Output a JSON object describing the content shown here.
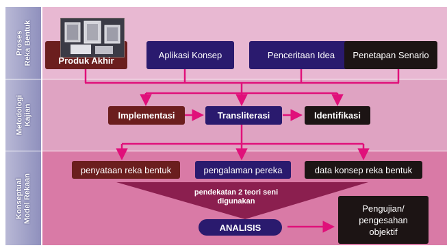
{
  "sections": [
    {
      "label": "Proses\nReka Bentuk"
    },
    {
      "label": "Metodologi\nKajian"
    },
    {
      "label": "Konseptual\nModel Rekaan"
    }
  ],
  "row1": {
    "produk_akhir": "Produk Akhir",
    "aplikasi_konsep": "Aplikasi Konsep",
    "penceritaan_idea": "Penceritaan Idea",
    "penetapan_senario": "Penetapan Senario"
  },
  "row2": {
    "implementasi": "Implementasi",
    "transliterasi": "Transliterasi",
    "identifikasi": "Identifikasi"
  },
  "row3": {
    "penyataan": "penyataan reka bentuk",
    "pengalaman": "pengalaman pereka",
    "data_konsep": "data konsep reka bentuk"
  },
  "funnel_text": "pendekatan 2 teori seni digunakan",
  "analisis": "ANALISIS",
  "pengujian": "Pengujian/\npengesahan\nobjektif",
  "colors": {
    "navy": "#2a1a6e",
    "black": "#1c1414",
    "maroon": "#6b1e1e",
    "arrow": "#e0107a"
  }
}
